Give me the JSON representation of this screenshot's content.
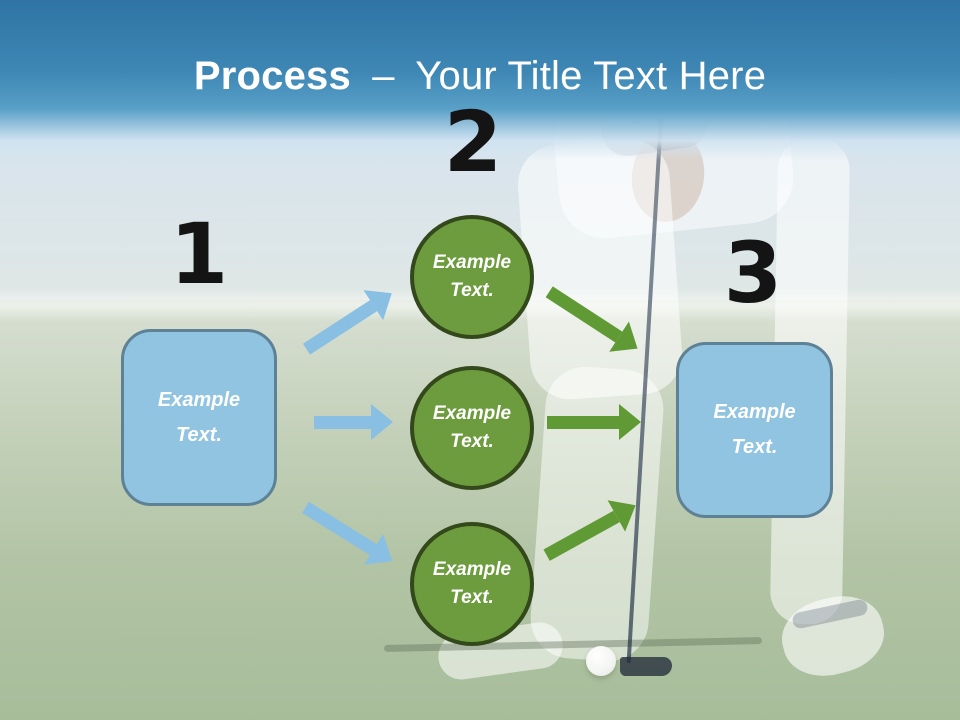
{
  "title": {
    "bold_part": "Process",
    "separator": "–",
    "regular_part": "Your Title Text Here"
  },
  "steps": {
    "step1_number": "1",
    "step2_number": "2",
    "step3_number": "3"
  },
  "left_box": {
    "line1": "Example",
    "line2": "Text."
  },
  "right_box": {
    "line1": "Example",
    "line2": "Text."
  },
  "circles": [
    {
      "line1": "Example",
      "line2": "Text."
    },
    {
      "line1": "Example",
      "line2": "Text."
    },
    {
      "line1": "Example",
      "line2": "Text."
    }
  ],
  "colors": {
    "header_blue_top": "#2f74a4",
    "header_blue_mid": "#3e87b5",
    "title_color": "#ffffff",
    "number_color": "#141414",
    "box_fill": "#90c4e0",
    "box_border": "#5e8196",
    "circle_fill": "#6c9c3d",
    "circle_border": "#33491b",
    "arrow_blue": "#88bfe3",
    "arrow_green": "#5f9a34"
  }
}
